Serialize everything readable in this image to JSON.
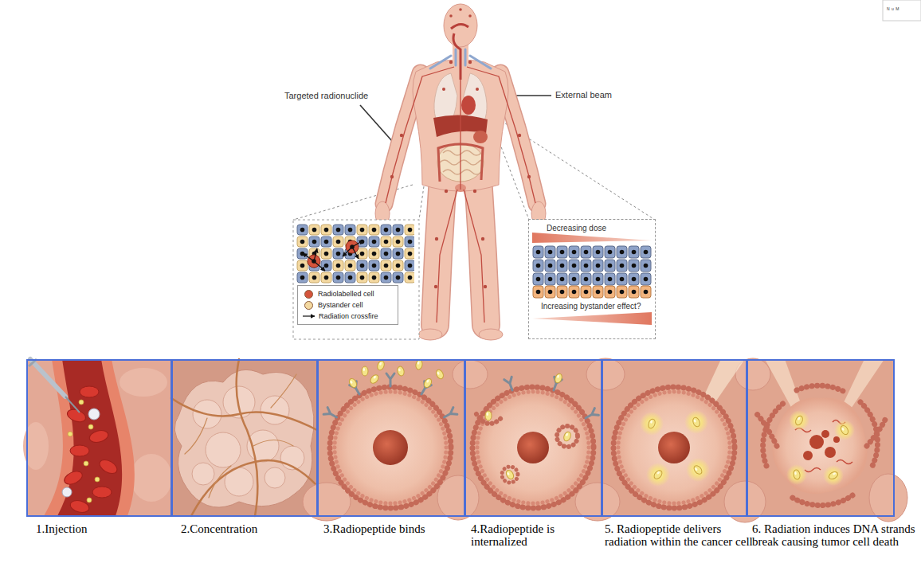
{
  "diagram": {
    "nodes": [
      {
        "text": [
          "Decreasing dose",
          "Increasing bystander effect?"
        ]
      },
      {
        "text": [
          "1.Injection"
        ]
      },
      {
        "text": [
          "2.Concentration"
        ]
      },
      {
        "text": [
          "3.Radiopeptide binds"
        ]
      },
      {
        "text": [
          "4.Radiopeptide is internalized"
        ]
      },
      {
        "text": [
          "5. Radiopeptide delivers radiation within the cancer cell"
        ]
      },
      {
        "text": [
          "6. Radiation induces DNA strands break causing tumor cell death"
        ]
      }
    ],
    "labels": [
      "N u M",
      "Targeted radionuclide",
      "External beam"
    ],
    "legend": [
      {
        "text": "Radiolabelled cell",
        "color": "#d4543c"
      },
      {
        "text": "Bystander cell",
        "color": "#f3d8a0"
      },
      {
        "text": "Radiation crossfire"
      }
    ]
  }
}
